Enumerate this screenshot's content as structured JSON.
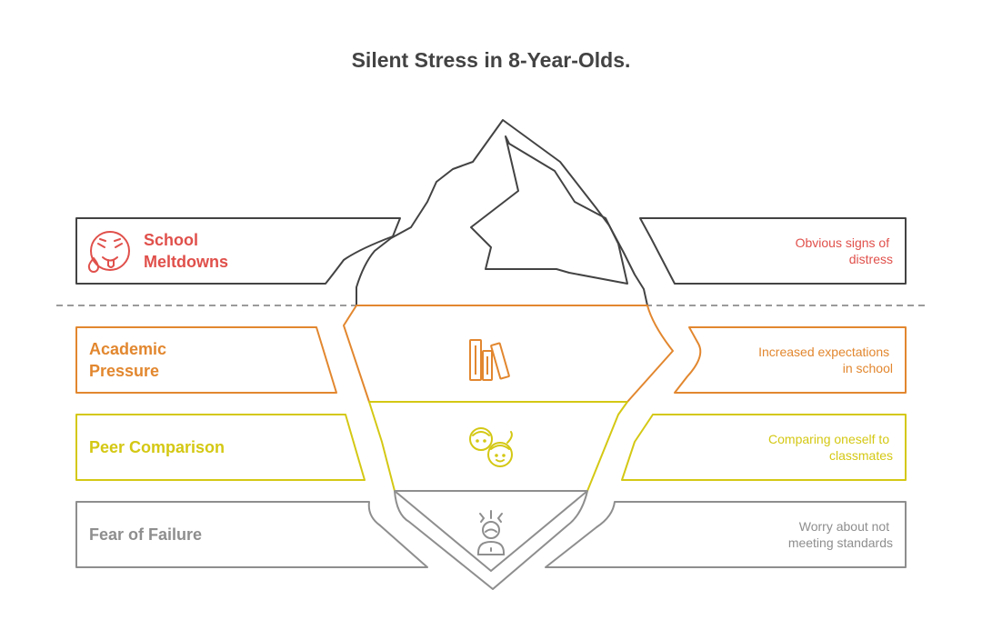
{
  "title": "Silent Stress in 8-Year-Olds.",
  "layers": [
    {
      "label_lines": [
        "School",
        "Meltdowns"
      ],
      "description_lines": [
        "Obvious signs of",
        "distress"
      ],
      "icon": "drooling-face-icon",
      "color": "#E0504B"
    },
    {
      "label_lines": [
        "Academic",
        "Pressure"
      ],
      "description_lines": [
        "Increased expectations",
        "in school"
      ],
      "icon": "books-icon",
      "color": "#E2872F"
    },
    {
      "label_lines": [
        "Peer Comparison"
      ],
      "description_lines": [
        "Comparing oneself to",
        "classmates"
      ],
      "icon": "two-children-faces-icon",
      "color": "#D4C814"
    },
    {
      "label_lines": [
        "Fear of Failure"
      ],
      "description_lines": [
        "Worry about not",
        "meeting standards"
      ],
      "icon": "stressed-person-icon",
      "color": "#8E8E8E"
    }
  ],
  "colors": {
    "outline": "#434343",
    "waterline": "#7a7a7a"
  }
}
